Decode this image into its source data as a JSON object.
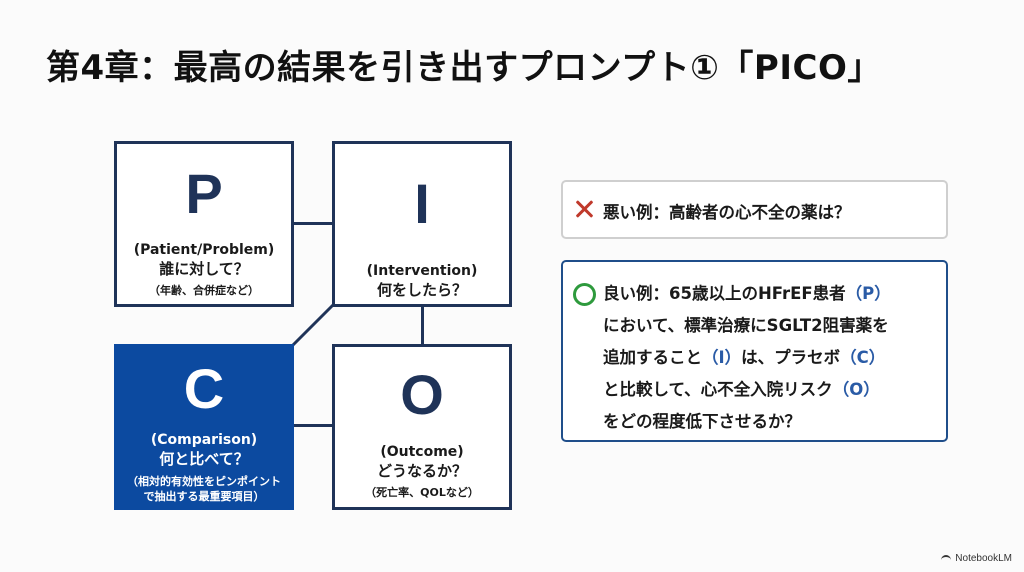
{
  "title": "第4章：最高の結果を引き出すプロンプト①「PICO」",
  "pico": {
    "p": {
      "letter": "P",
      "en": "(Patient/Problem)",
      "question": "誰に対して？",
      "note": "（年齢、合併症など）"
    },
    "i": {
      "letter": "I",
      "en": "(Intervention)",
      "question": "何をしたら？"
    },
    "c": {
      "letter": "C",
      "en": "(Comparison)",
      "question": "何と比べて？",
      "note_line1": "（相対的有効性をピンポイント",
      "note_line2": "で抽出する最重要項目）"
    },
    "o": {
      "letter": "O",
      "en": "(Outcome)",
      "question": "どうなるか？",
      "note": "（死亡率、QOLなど）"
    }
  },
  "bad_example": {
    "icon": "cross-icon",
    "text": "悪い例：高齢者の心不全の薬は？",
    "accent": "#c0392b"
  },
  "good_example": {
    "icon": "circle-icon",
    "accent": "#2e9a3d",
    "line1_text": "良い例：65歳以上のHFrEF患者",
    "line1_tag": "（P）",
    "line2_text": "において、標準治療にSGLT2阻害薬を",
    "line3_text": "追加すること",
    "line3_tag": "（I）",
    "line3_text2": "は、プラセボ",
    "line3_tag2": "（C）",
    "line4_text": "と比較して、心不全入院リスク",
    "line4_tag": "（O）",
    "line5_text": "をどの程度低下させるか？"
  },
  "colors": {
    "navy": "#1f3358",
    "blue_fill": "#0c4aa0",
    "tag_blue": "#2a5ba6"
  },
  "branding": {
    "logo_text": "NotebookLM"
  }
}
